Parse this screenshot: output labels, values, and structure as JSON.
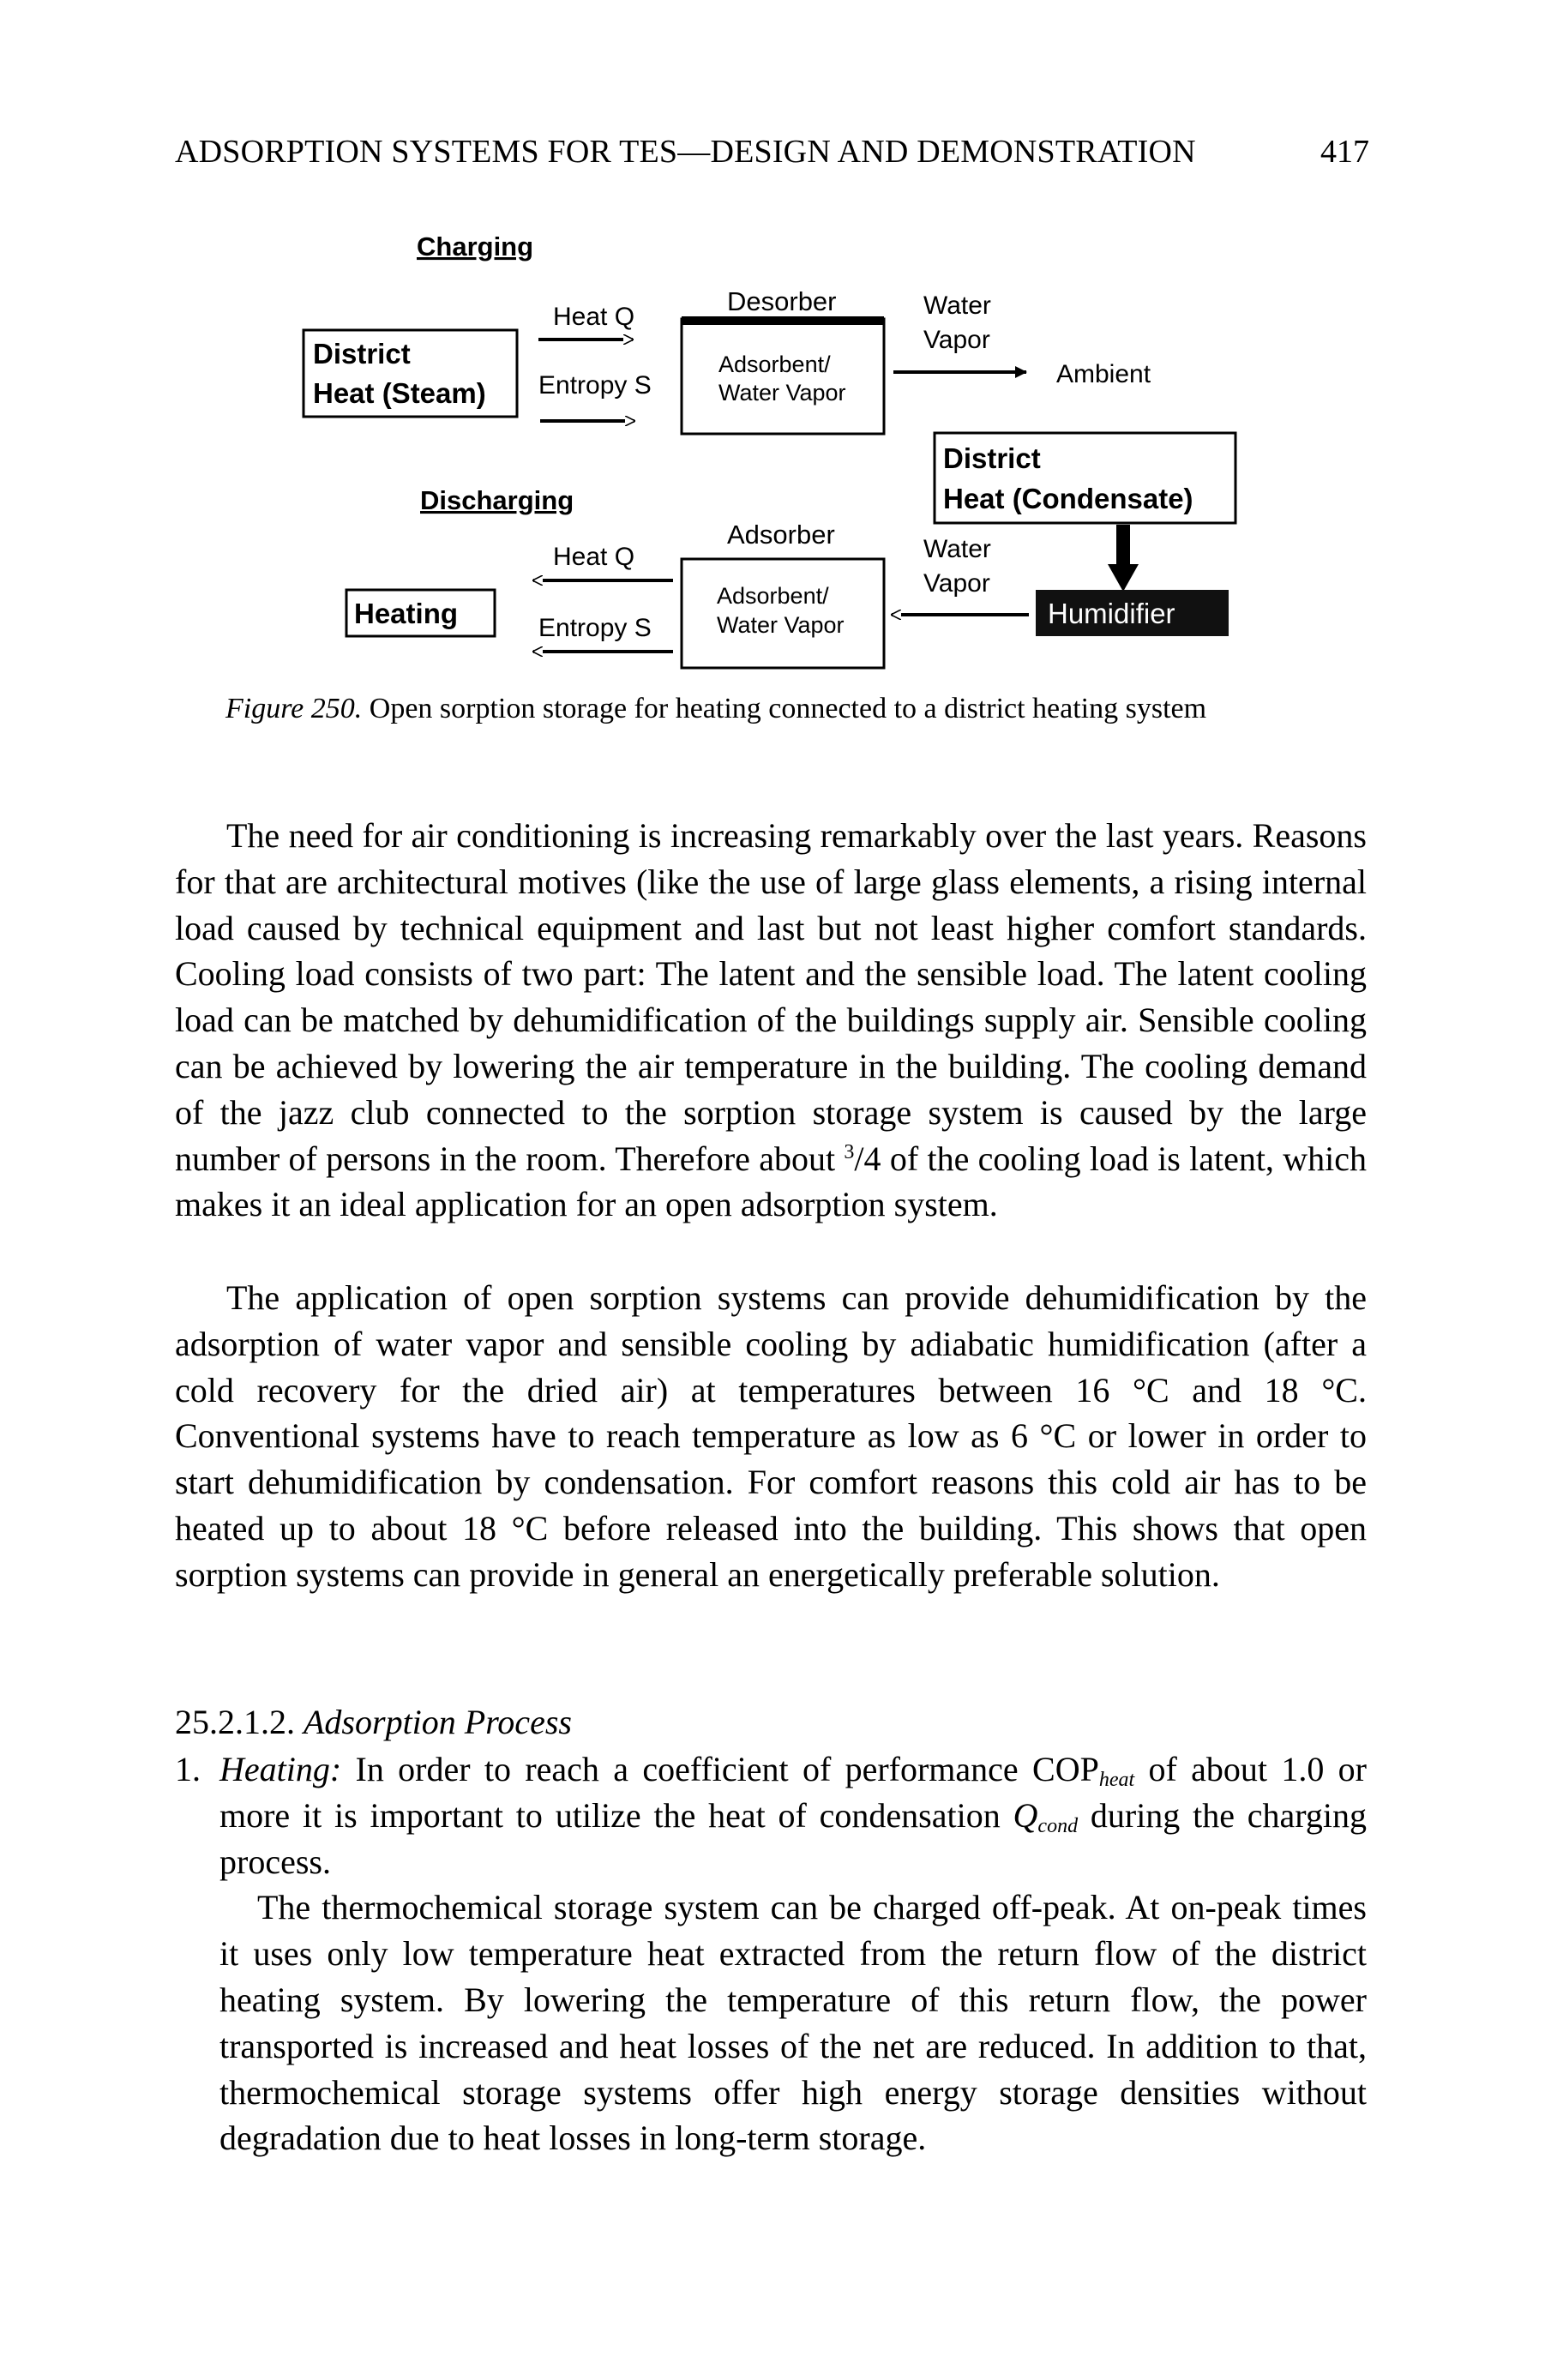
{
  "header": {
    "running_head": "ADSORPTION SYSTEMS FOR TES—DESIGN AND DEMONSTRATION",
    "page_number": "417"
  },
  "figure": {
    "charging": {
      "title": "Charging",
      "source_line1": "District",
      "source_line2": "Heat (Steam)",
      "heat": "Heat Q",
      "entropy": "Entropy S",
      "desorber": "Desorber",
      "adsorbent_line1": "Adsorbent/",
      "adsorbent_line2": "Water Vapor",
      "water_line1": "Water",
      "water_line2": "Vapor",
      "ambient": "Ambient"
    },
    "discharging": {
      "title": "Discharging",
      "sink": "Heating",
      "heat": "Heat Q",
      "entropy": "Entropy S",
      "adsorber": "Adsorber",
      "adsorbent_line1": "Adsorbent/",
      "adsorbent_line2": "Water Vapor",
      "water_line1": "Water",
      "water_line2": "Vapor",
      "condensate_line1": "District",
      "condensate_line2": "Heat (Condensate)",
      "humidifier": "Humidifier"
    },
    "caption_label": "Figure 250.",
    "caption_text": "Open sorption storage for heating connected to a district heating system"
  },
  "body": {
    "p1": "The need for air conditioning is increasing remarkably over the last years. Reasons for that are architectural motives (like the use of large glass elements, a rising internal load caused by technical equipment and last but not least higher comfort standards. Cooling load consists of two part: The latent and the sensible load. The latent cooling load can be matched by dehumidification of the buildings supply air. Sensible cooling can be achieved by lowering the air temperature in the building. The cooling demand of the jazz club connected to the sorption storage system is caused by the large number of persons in the room. Therefore about",
    "p1_frac_num": "3",
    "p1_frac_den": "/4",
    "p1_tail": " of the cooling load is latent, which makes it an ideal application for an open adsorption system.",
    "p2": "The application of open sorption systems can provide dehumidification by the adsorption of water vapor and sensible cooling by adiabatic humidification (after a cold recovery for the dried air) at temperatures between 16 °C and 18 °C. Conventional systems have to reach temperature as low as 6 °C or lower in order to start dehumidification by condensation. For comfort reasons this cold air has to be heated up to about 18 °C before released into the building. This shows that open sorption systems can provide in general an energetically preferable solution."
  },
  "section": {
    "number": "25.2.1.2.",
    "title": "Adsorption Process"
  },
  "list": {
    "item1_number": "1.",
    "item1_label": "Heating:",
    "item1_a": " In order to reach a coefficient of performance COP",
    "item1_cop_sub": "heat",
    "item1_b": " of about 1.0 or more it is important to utilize the heat of condensation ",
    "item1_q": "Q",
    "item1_q_sub": "cond",
    "item1_c": " during the charging process.",
    "item1_p2": "The thermochemical storage system can be charged off-peak. At on-peak times it uses only low temperature heat extracted from the return flow of the district heating system. By lowering the temperature of this return flow, the power transported is increased and heat losses of the net are reduced. In addition to that, thermochemical storage systems offer high energy storage densities without degradation due to heat losses in long-term storage."
  }
}
